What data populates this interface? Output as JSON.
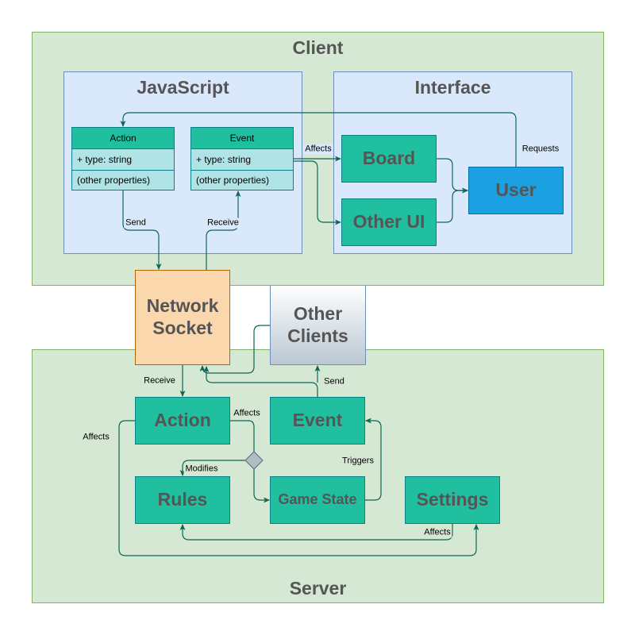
{
  "client": {
    "title": "Client"
  },
  "server": {
    "title": "Server"
  },
  "javascript": {
    "title": "JavaScript",
    "action_class": {
      "name": "Action",
      "field": "+ type: string",
      "extra": "(other properties)"
    },
    "event_class": {
      "name": "Event",
      "field": "+ type: string",
      "extra": "(other properties)"
    }
  },
  "interface": {
    "title": "Interface",
    "board": "Board",
    "other_ui": "Other UI",
    "user": "User"
  },
  "network_socket": "Network Socket",
  "other_clients": "Other Clients",
  "server_nodes": {
    "action": "Action",
    "event": "Event",
    "rules": "Rules",
    "game_state": "Game State",
    "settings": "Settings"
  },
  "edge_labels": {
    "affects_client": "Affects",
    "requests": "Requests",
    "send_client": "Send",
    "receive_client": "Receive",
    "receive_server": "Receive",
    "send_server": "Send",
    "affects_action": "Affects",
    "affects_left": "Affects",
    "modifies": "Modifies",
    "triggers": "Triggers",
    "affects_settings": "Affects"
  },
  "colors": {
    "region_green": "#d5e8d4",
    "region_blue": "#dae8fc",
    "node_teal": "#20bf9f",
    "class_body": "#b0e3e6",
    "user_blue": "#1ba1e2",
    "socket_orange": "#fad7ac",
    "edge": "#0e6655"
  }
}
